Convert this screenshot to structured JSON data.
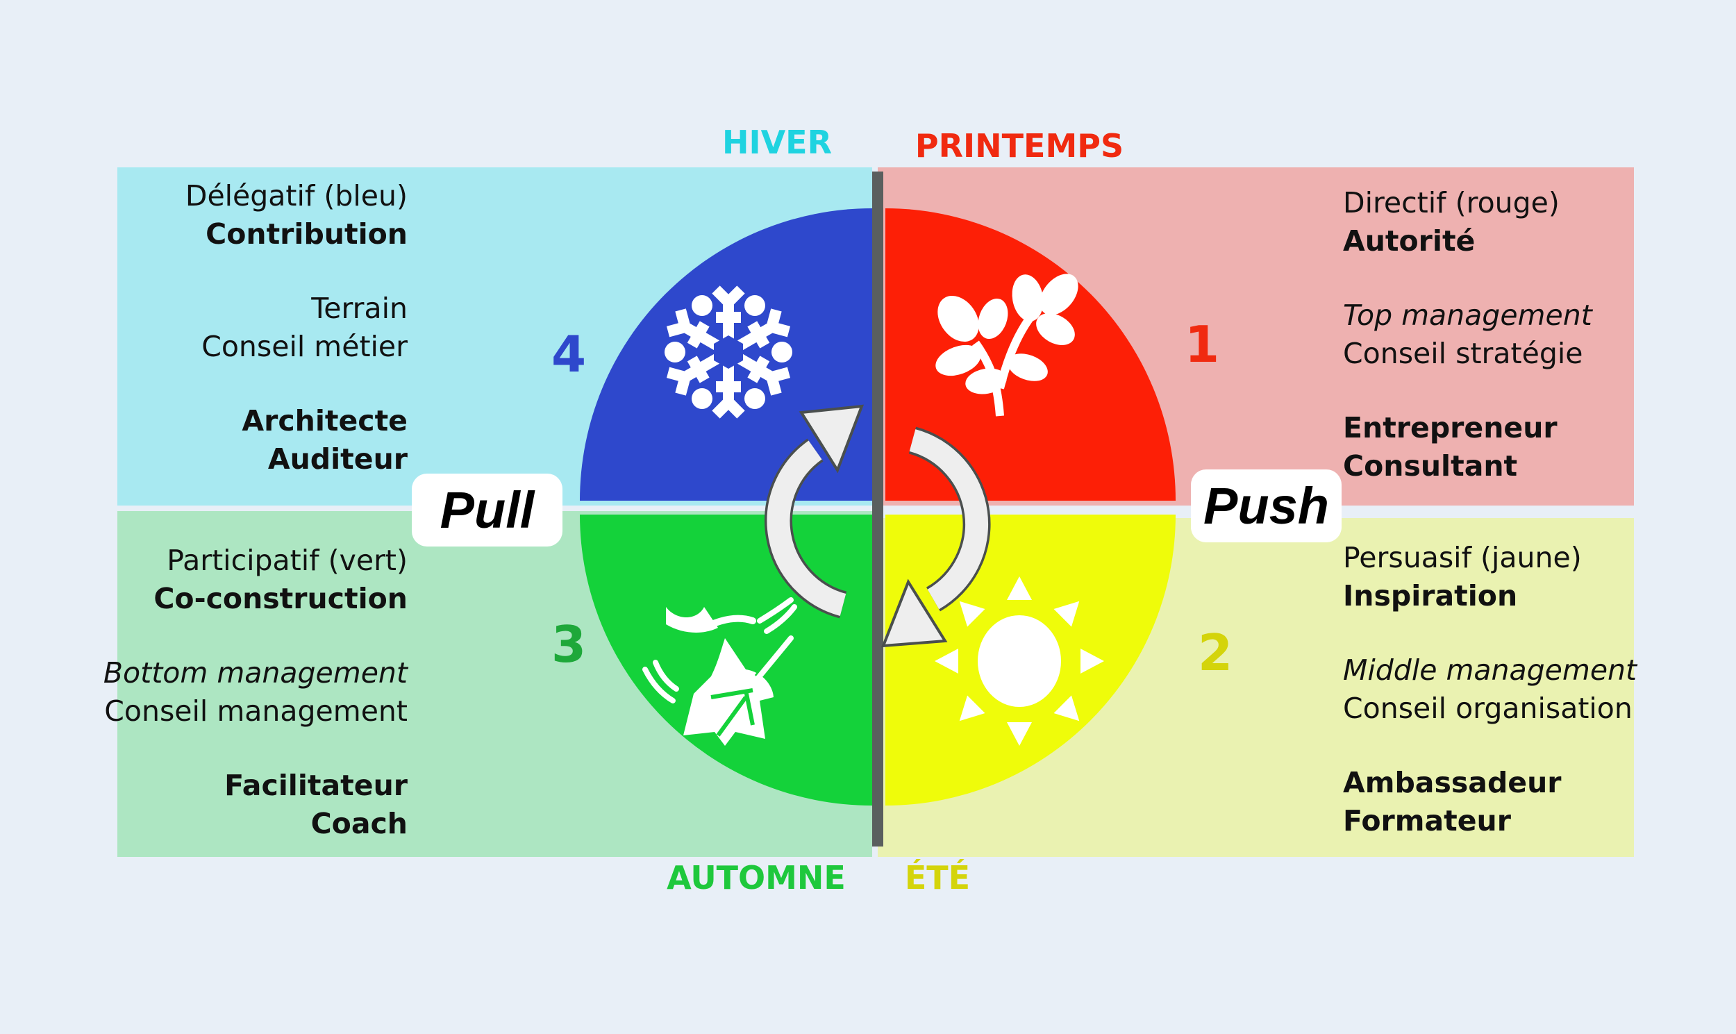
{
  "seasons": {
    "winter": "HIVER",
    "spring": "PRINTEMPS",
    "autumn": "AUTOMNE",
    "summer": "ÉTÉ"
  },
  "numbers": {
    "q1": "1",
    "q2": "2",
    "q3": "3",
    "q4": "4"
  },
  "tags": {
    "pull": "Pull",
    "push": "Push"
  },
  "quadrants": {
    "blue": {
      "style": "Délégatif (bleu)",
      "keyword": "Contribution",
      "line3": "Terrain",
      "line4": "Conseil métier",
      "role1": "Architecte",
      "role2": "Auditeur"
    },
    "red": {
      "style": "Directif (rouge)",
      "keyword": "Autorité",
      "line3": "Top management",
      "line4": "Conseil stratégie",
      "role1": "Entrepreneur",
      "role2": "Consultant"
    },
    "green": {
      "style": "Participatif (vert)",
      "keyword": "Co-construction",
      "line3": "Bottom management",
      "line4": "Conseil management",
      "role1": "Facilitateur",
      "role2": "Coach"
    },
    "yellow": {
      "style": "Persuasif (jaune)",
      "keyword": "Inspiration",
      "line3": "Middle management",
      "line4": "Conseil organisation",
      "role1": "Ambassadeur",
      "role2": "Formateur"
    }
  },
  "colors": {
    "blue": "#2e48cc",
    "red": "#fd1f06",
    "green": "#14d23a",
    "yellow": "#effc0a"
  },
  "icons": {
    "winter": "snowflake-icon",
    "spring": "sprout-icon",
    "autumn": "falling-leaf-icon",
    "summer": "sun-icon",
    "cycle": "cycle-arrows-icon"
  }
}
